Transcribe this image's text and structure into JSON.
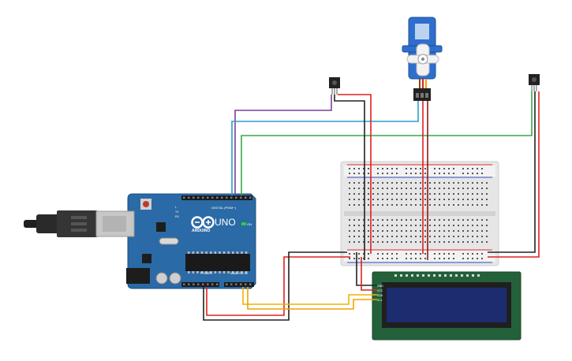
{
  "arduino": {
    "brand": "ARDUINO",
    "model": "UNO",
    "digital_label": "DIGITAL (PWM~)",
    "power_label": "POWER",
    "analog_label": "ANALOG IN",
    "on_label": "ON",
    "tx_label": "TX",
    "rx_label": "RX",
    "l_label": "L"
  },
  "lcd": {
    "pin_labels": [
      "GND",
      "VCC",
      "SDA",
      "SCL"
    ]
  },
  "colors": {
    "board": "#2a6aa6",
    "breadboard": "#e4e4e4",
    "lcd_frame": "#24613a",
    "lcd_screen": "#1c2c6e",
    "servo": "#2e6fce",
    "wire_red": "#e02020",
    "wire_black": "#222222",
    "wire_purple": "#7b3fa0",
    "wire_cyan": "#2c9ec8",
    "wire_green": "#38a84a",
    "wire_yellow": "#f0b400",
    "wire_orange": "#f4b400"
  }
}
